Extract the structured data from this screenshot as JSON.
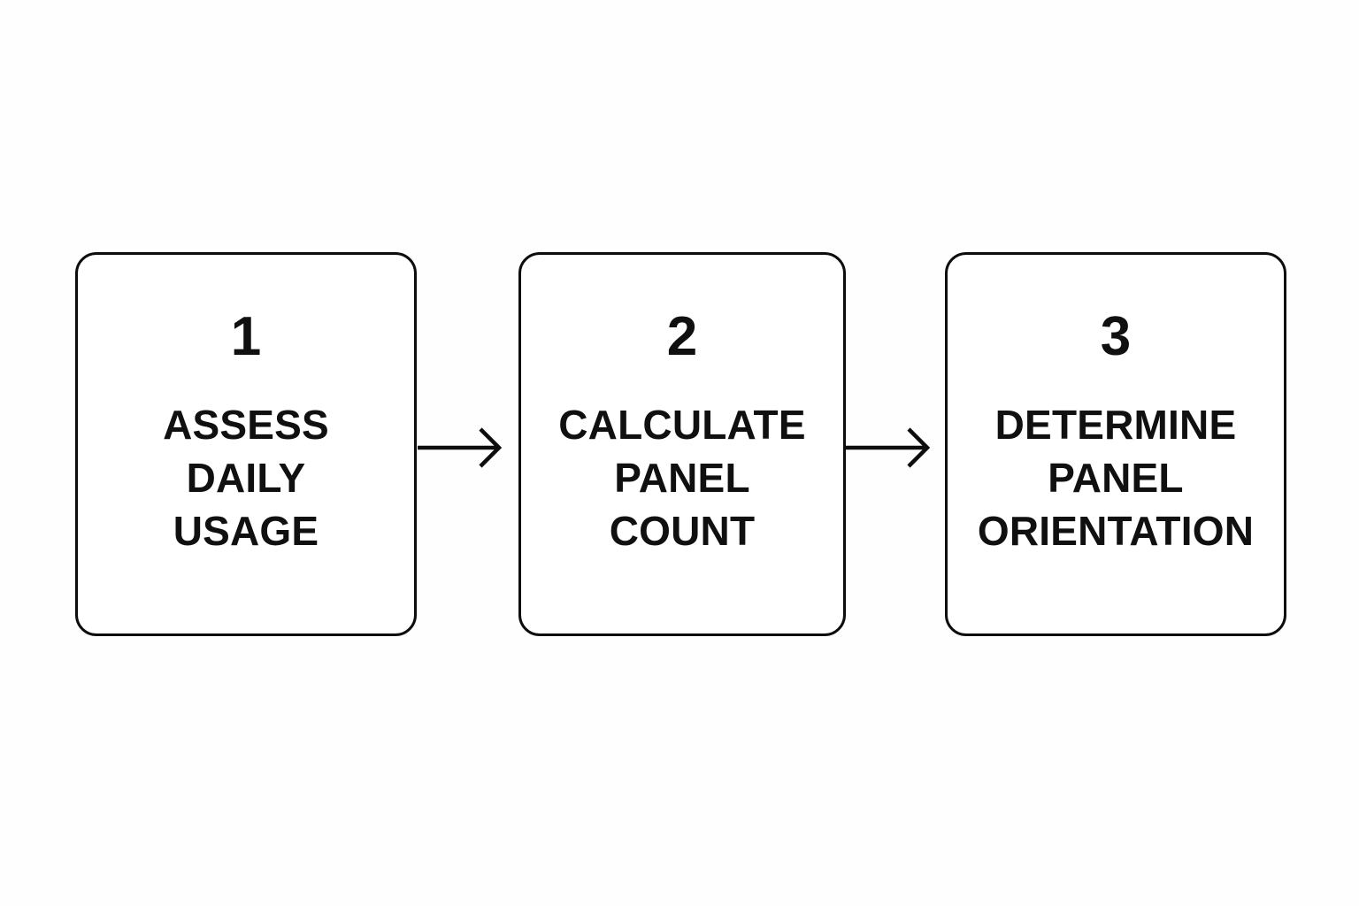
{
  "diagram": {
    "type": "process-flow",
    "orientation": "horizontal",
    "background_color": "#fefefe",
    "stroke_color": "#0d0d0d",
    "text_color": "#101010",
    "steps": [
      {
        "number": "1",
        "label": "ASSESS\nDAILY\nUSAGE",
        "label_lines": [
          "ASSESS",
          "DAILY",
          "USAGE"
        ]
      },
      {
        "number": "2",
        "label": "CALCULATE\nPANEL\nCOUNT",
        "label_lines": [
          "CALCULATE",
          "PANEL",
          "COUNT"
        ]
      },
      {
        "number": "3",
        "label": "DETERMINE\nPANEL\nORIENTATION",
        "label_lines": [
          "DETERMINE",
          "PANEL",
          "ORIENTATION"
        ]
      }
    ],
    "connectors": [
      {
        "from": "1",
        "to": "2",
        "style": "arrow-right"
      },
      {
        "from": "2",
        "to": "3",
        "style": "arrow-right"
      }
    ]
  }
}
